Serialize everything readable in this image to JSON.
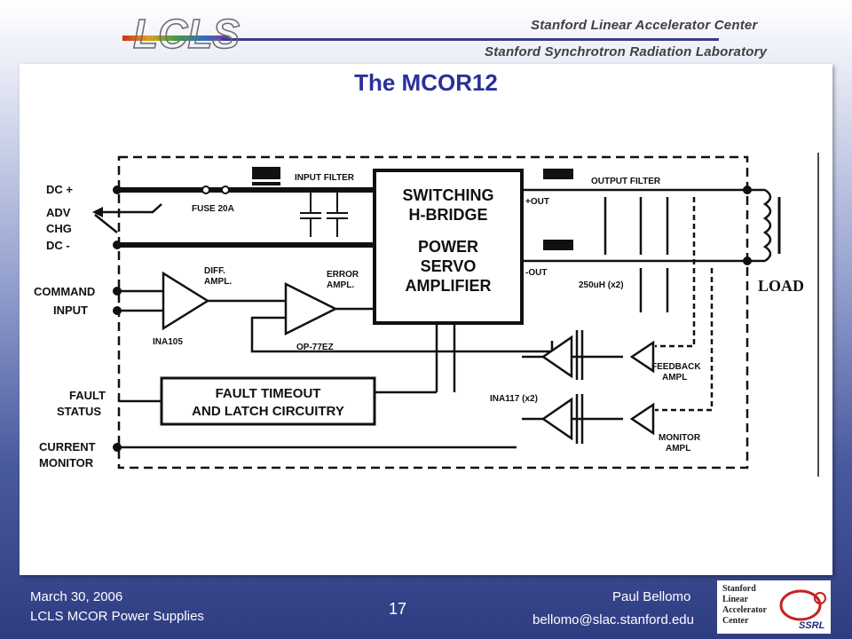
{
  "header": {
    "logo_text": "LCLS",
    "org_line1": "Stanford Linear Accelerator Center",
    "org_line2": "Stanford Synchrotron Radiation Laboratory"
  },
  "slide": {
    "title": "The MCOR12"
  },
  "diagram": {
    "left_labels": {
      "dc_plus": "DC +",
      "adv": "ADV",
      "chg": "CHG",
      "dc_minus": "DC -",
      "command": "COMMAND",
      "input": "INPUT",
      "fault": "FAULT",
      "status": "STATUS",
      "current": "CURRENT",
      "monitor": "MONITOR"
    },
    "blocks": {
      "input_filter": "INPUT FILTER",
      "fuse": "FUSE 20A",
      "hbridge_lines": [
        "SWITCHING",
        "H-BRIDGE",
        "POWER",
        "SERVO",
        "AMPLIFIER"
      ],
      "diff_amp": [
        "DIFF.",
        "AMPL."
      ],
      "ina105": "INA105",
      "error_amp": [
        "ERROR",
        "AMPL."
      ],
      "op77": "OP-77EZ",
      "fault_block": [
        "FAULT TIMEOUT",
        "AND LATCH CIRCUITRY"
      ],
      "out_plus": "+OUT",
      "out_minus": "-OUT",
      "output_filter": "OUTPUT FILTER",
      "inductor": "250uH (x2)",
      "load": "LOAD",
      "feedback": [
        "FEEDBACK",
        "AMPL"
      ],
      "ina117": "INA117 (x2)",
      "monitor_amp": [
        "MONITOR",
        "AMPL"
      ]
    }
  },
  "footer": {
    "date": "March 30, 2006",
    "subtitle": "LCLS MCOR Power Supplies",
    "page_number": "17",
    "author": "Paul Bellomo",
    "email": "bellomo@slac.stanford.edu",
    "slac_logo": [
      "Stanford",
      "Linear",
      "Accelerator",
      "Center"
    ],
    "ssrl_logo": "SSRL"
  },
  "colors": {
    "title": "#2b2f9a",
    "footer_bg": "#2e3c82",
    "diagram_ink": "#111111"
  }
}
